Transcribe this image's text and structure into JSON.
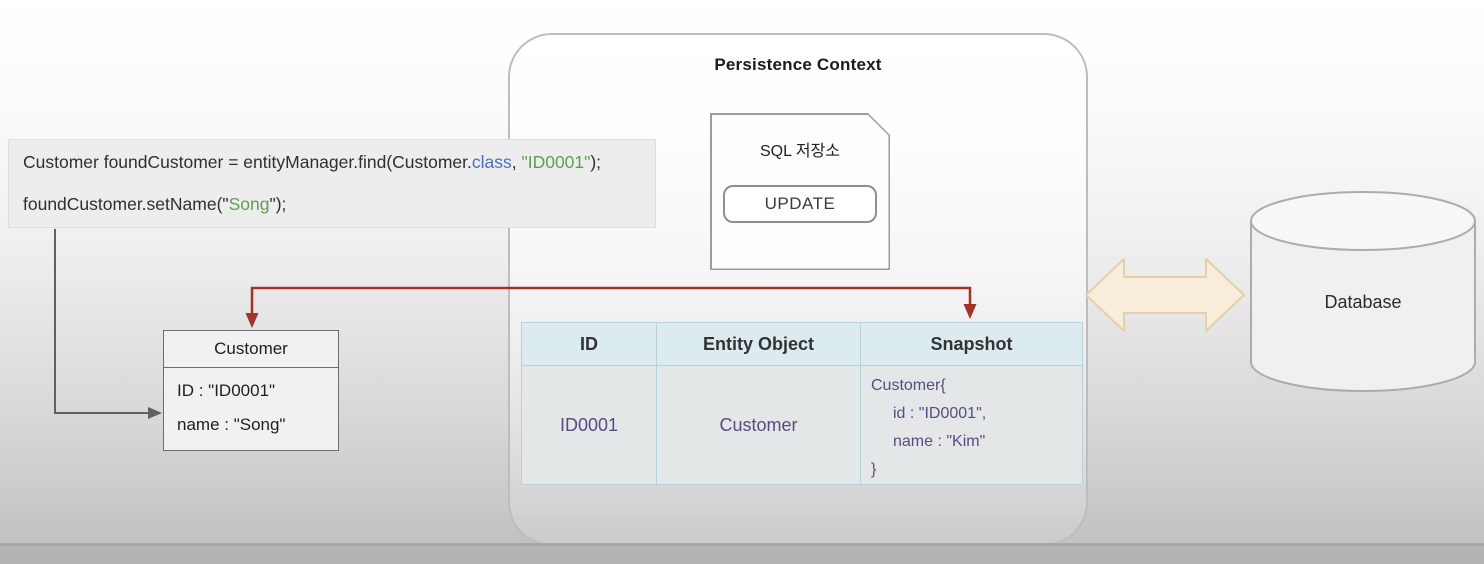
{
  "code_panel": {
    "line1": {
      "pre": "Customer foundCustomer = entityManager.find(Customer.",
      "keyword": "class",
      "separator": ", ",
      "string": "\"ID0001\"",
      "post": ");"
    },
    "line2": {
      "pre": "foundCustomer.setName(\"",
      "string": "Song",
      "post": "\");"
    }
  },
  "persistence_context": {
    "title": "Persistence Context",
    "sql_store": {
      "title": "SQL 저장소",
      "button_label": "UPDATE"
    },
    "table": {
      "headers": [
        "ID",
        "Entity Object",
        "Snapshot"
      ],
      "row": {
        "id": "ID0001",
        "entity_object": "Customer",
        "snapshot_lines": [
          "Customer{",
          "id : \"ID0001\",",
          "name : \"Kim\"",
          "}"
        ]
      }
    }
  },
  "customer_box": {
    "title": "Customer",
    "fields": [
      "ID : \"ID0001\"",
      "name : \"Song\""
    ]
  },
  "database": {
    "label": "Database"
  },
  "colors": {
    "code_keyword": "#4a6fbd",
    "code_string": "#5f9e53",
    "snapshot_text": "#5b4a7f",
    "red_arrow": "#a33227",
    "dark_arrow": "#606060",
    "table_header_bg": "#dcebf0",
    "table_body_bg": "#e3e7e8",
    "sync_arrow_fill": "#f8edda",
    "sync_arrow_border": "#e3d0a8"
  }
}
